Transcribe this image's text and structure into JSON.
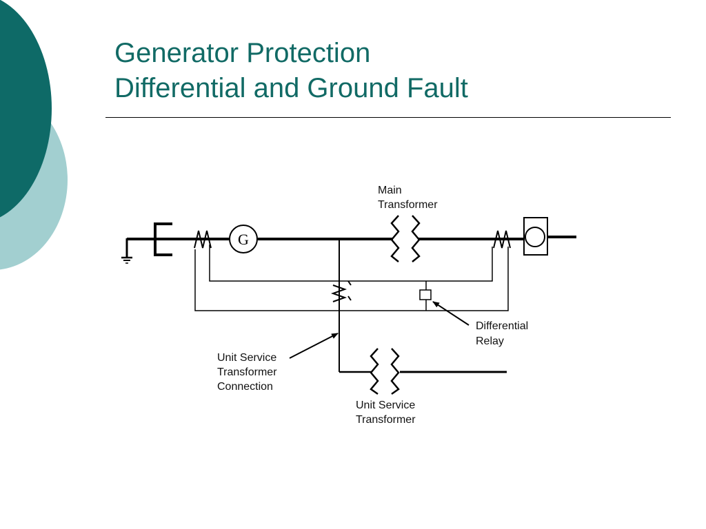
{
  "slide": {
    "title_line1": "Generator Protection",
    "title_line2": "Differential and Ground Fault",
    "accent_dark": "#0e6a67",
    "accent_light": "#a2cfd0",
    "title_color": "#116a65"
  },
  "diagram": {
    "generator_symbol": "G",
    "main_transformer_label_1": "Main",
    "main_transformer_label_2": "Transformer",
    "differential_relay_label_1": "Differential",
    "differential_relay_label_2": "Relay",
    "ust_connection_label_1": "Unit Service",
    "ust_connection_label_2": "Transformer",
    "ust_connection_label_3": "Connection",
    "ust_label_1": "Unit Service",
    "ust_label_2": "Transformer"
  }
}
